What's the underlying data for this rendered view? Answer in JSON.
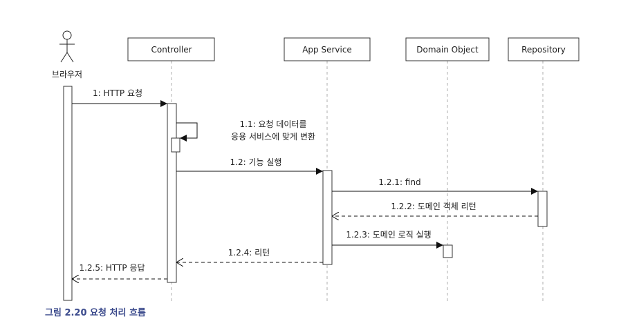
{
  "participants": [
    {
      "id": "browser",
      "label": "브라우저",
      "kind": "actor"
    },
    {
      "id": "controller",
      "label": "Controller"
    },
    {
      "id": "app",
      "label": "App Service"
    },
    {
      "id": "domain",
      "label": "Domain Object"
    },
    {
      "id": "repo",
      "label": "Repository"
    }
  ],
  "messages": [
    {
      "label": "1: HTTP 요청",
      "type": "sync"
    },
    {
      "label_line1": "1.1: 요청 데이터를",
      "label_line2": "응용 서비스에 맞게 변환",
      "type": "self"
    },
    {
      "label": "1.2: 기능 실행",
      "type": "sync"
    },
    {
      "label": "1.2.1: find",
      "type": "sync"
    },
    {
      "label": "1.2.2: 도메인 객체 리턴",
      "type": "return"
    },
    {
      "label": "1.2.3: 도메인 로직 실행",
      "type": "sync"
    },
    {
      "label": "1.2.4: 리턴",
      "type": "return"
    },
    {
      "label": "1.2.5: HTTP 응답",
      "type": "return"
    }
  ],
  "caption": "그림 2.20 요청 처리 흐름",
  "colors": {
    "caption": "#3b4a8c",
    "line": "#111111",
    "lifeline": "#bbbbbb"
  }
}
